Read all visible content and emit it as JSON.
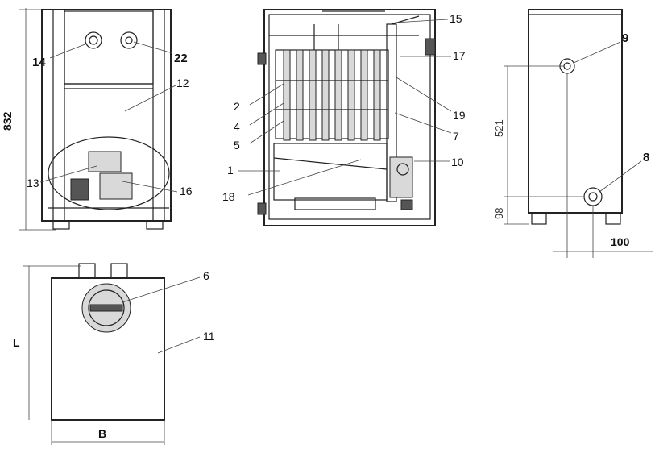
{
  "labels": {
    "l14": "14",
    "l22": "22",
    "l12": "12",
    "l13": "13",
    "l16": "16",
    "l2": "2",
    "l4": "4",
    "l5": "5",
    "l1": "1",
    "l18": "18",
    "l15": "15",
    "l17": "17",
    "l19": "19",
    "l7": "7",
    "l10": "10",
    "l9": "9",
    "l8": "8",
    "l6": "6",
    "l11": "11"
  },
  "dimensions": {
    "height_total": "832",
    "height_upper": "521",
    "height_lower": "98",
    "offset_right": "100",
    "length": "L",
    "width": "B"
  }
}
